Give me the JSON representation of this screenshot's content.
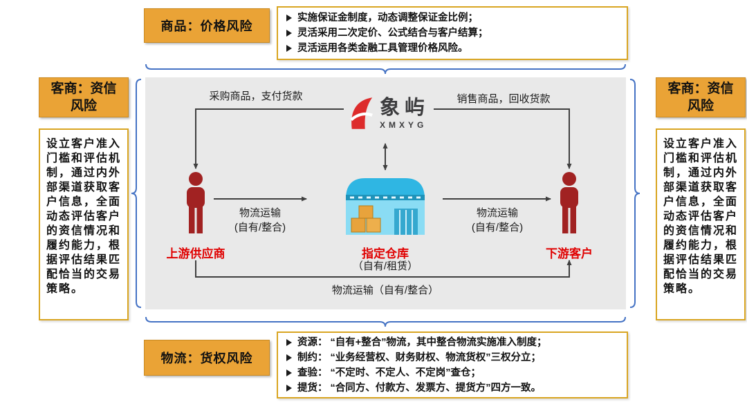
{
  "top": {
    "label": "商品：价格风险",
    "bullets": [
      "实施保证金制度，动态调整保证金比例；",
      "灵活采用二次定价、公式结合与客户结算；",
      "灵活运用各类金融工具管理价格风险。"
    ]
  },
  "side": {
    "label": "客商：资信风险",
    "body": "设立客户准入门槛和评估机制，通过内外部渠道获取客户信息，全面动态评估客户的资信情况和履约能力，根据评估结果匹配恰当的交易策略。"
  },
  "bottom": {
    "label": "物流：货权风险",
    "bullets": [
      "资源： “自有+整合”物流，其中整合物流实施准入制度；",
      "制约： “业务经营权、财务财权、物流货权”三权分立；",
      "查验： “不定时、不定人、不定岗”查仓；",
      "提货： “合同方、付款方、发票方、提货方”四方一致。"
    ]
  },
  "diagram": {
    "logo_cn": "象屿",
    "logo_en": "XMXYG",
    "purchase_flow": "采购商品，支付货款",
    "sales_flow": "销售商品，回收货款",
    "supplier_label": "上游供应商",
    "warehouse_label": "指定仓库",
    "warehouse_note": "（自有/租赁）",
    "customer_label": "下游客户",
    "logistics_line1": "物流运输",
    "logistics_line2": "(自有/整合)",
    "logistics_bottom": "物流运输（自有/整合）"
  },
  "icons": {
    "bullet_marker": "black-right-arrowhead",
    "person": "person-silhouette",
    "warehouse": "warehouse-building",
    "logo_mark": "red-sail"
  },
  "colors": {
    "gold_box": "#EAA336",
    "gold_border": "#D9A521",
    "brace_blue": "#4472C4",
    "highlight_red": "#E00000",
    "figure_red": "#A12222",
    "diagram_bg": "#E9E9E9",
    "warehouse_blue": "#2FB6E3",
    "logo_red": "#DD2B2B"
  }
}
